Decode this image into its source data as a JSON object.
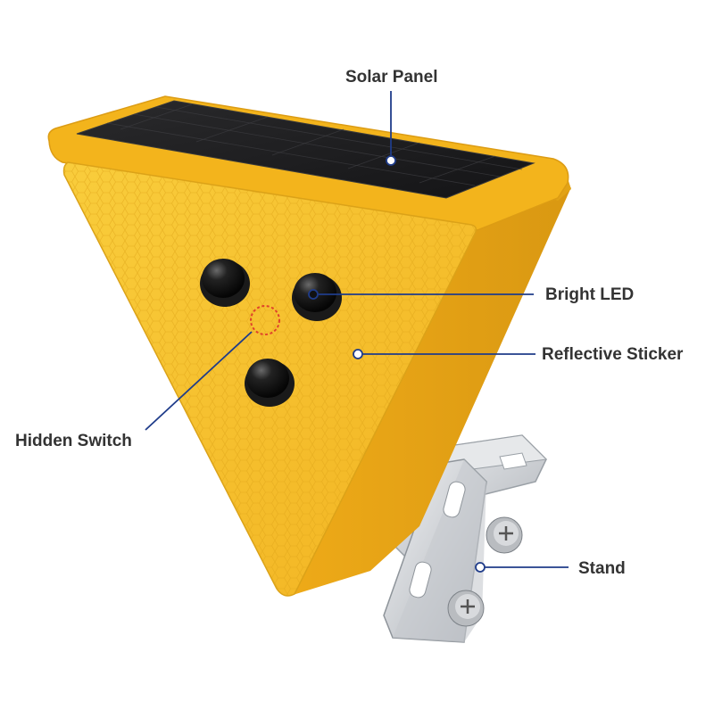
{
  "labels": {
    "solar_panel": "Solar Panel",
    "bright_led": "Bright LED",
    "reflective_sticker": "Reflective Sticker",
    "hidden_switch": "Hidden Switch",
    "stand": "Stand"
  },
  "colors": {
    "body_yellow": "#f3b41c",
    "face_yellow": "#f7c530",
    "side_yellow": "#e5a214",
    "panel_black": "#1c1c1e",
    "leader_line": "#1f3c8a",
    "switch_marker": "#e0442a",
    "bracket_silver": "#d9dbde",
    "label_text": "#333333"
  }
}
